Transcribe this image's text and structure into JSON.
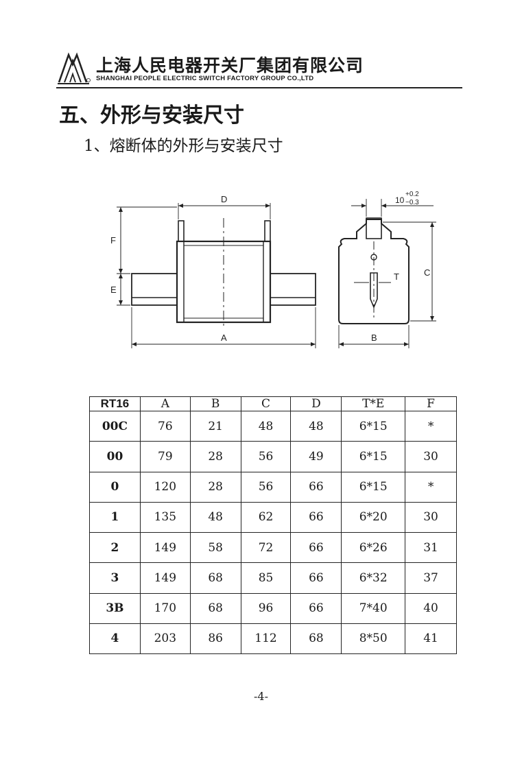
{
  "header": {
    "company_cn": "上海人民电器开关厂集团有限公司",
    "company_en": "SHANGHAI PEOPLE ELECTRIC SWITCH FACTORY GROUP CO.,LTD"
  },
  "section_title": "五、外形与安装尺寸",
  "sub_title": "1、熔断体的外形与安装尺寸",
  "drawing": {
    "labels": {
      "A": "A",
      "B": "B",
      "C": "C",
      "D": "D",
      "E": "E",
      "F": "F",
      "T": "T",
      "ten": "10",
      "tol_plus": "+0.2",
      "tol_minus": "−0.3"
    }
  },
  "table": {
    "headers": [
      "RT16",
      "A",
      "B",
      "C",
      "D",
      "T*E",
      "F"
    ],
    "rows": [
      [
        "00C",
        "76",
        "21",
        "48",
        "48",
        "6*15",
        "*"
      ],
      [
        "00",
        "79",
        "28",
        "56",
        "49",
        "6*15",
        "30"
      ],
      [
        "0",
        "120",
        "28",
        "56",
        "66",
        "6*15",
        "*"
      ],
      [
        "1",
        "135",
        "48",
        "62",
        "66",
        "6*20",
        "30"
      ],
      [
        "2",
        "149",
        "58",
        "72",
        "66",
        "6*26",
        "31"
      ],
      [
        "3",
        "149",
        "68",
        "85",
        "66",
        "6*32",
        "37"
      ],
      [
        "3B",
        "170",
        "68",
        "96",
        "66",
        "7*40",
        "40"
      ],
      [
        "4",
        "203",
        "86",
        "112",
        "68",
        "8*50",
        "41"
      ]
    ]
  },
  "page_number": "-4-"
}
